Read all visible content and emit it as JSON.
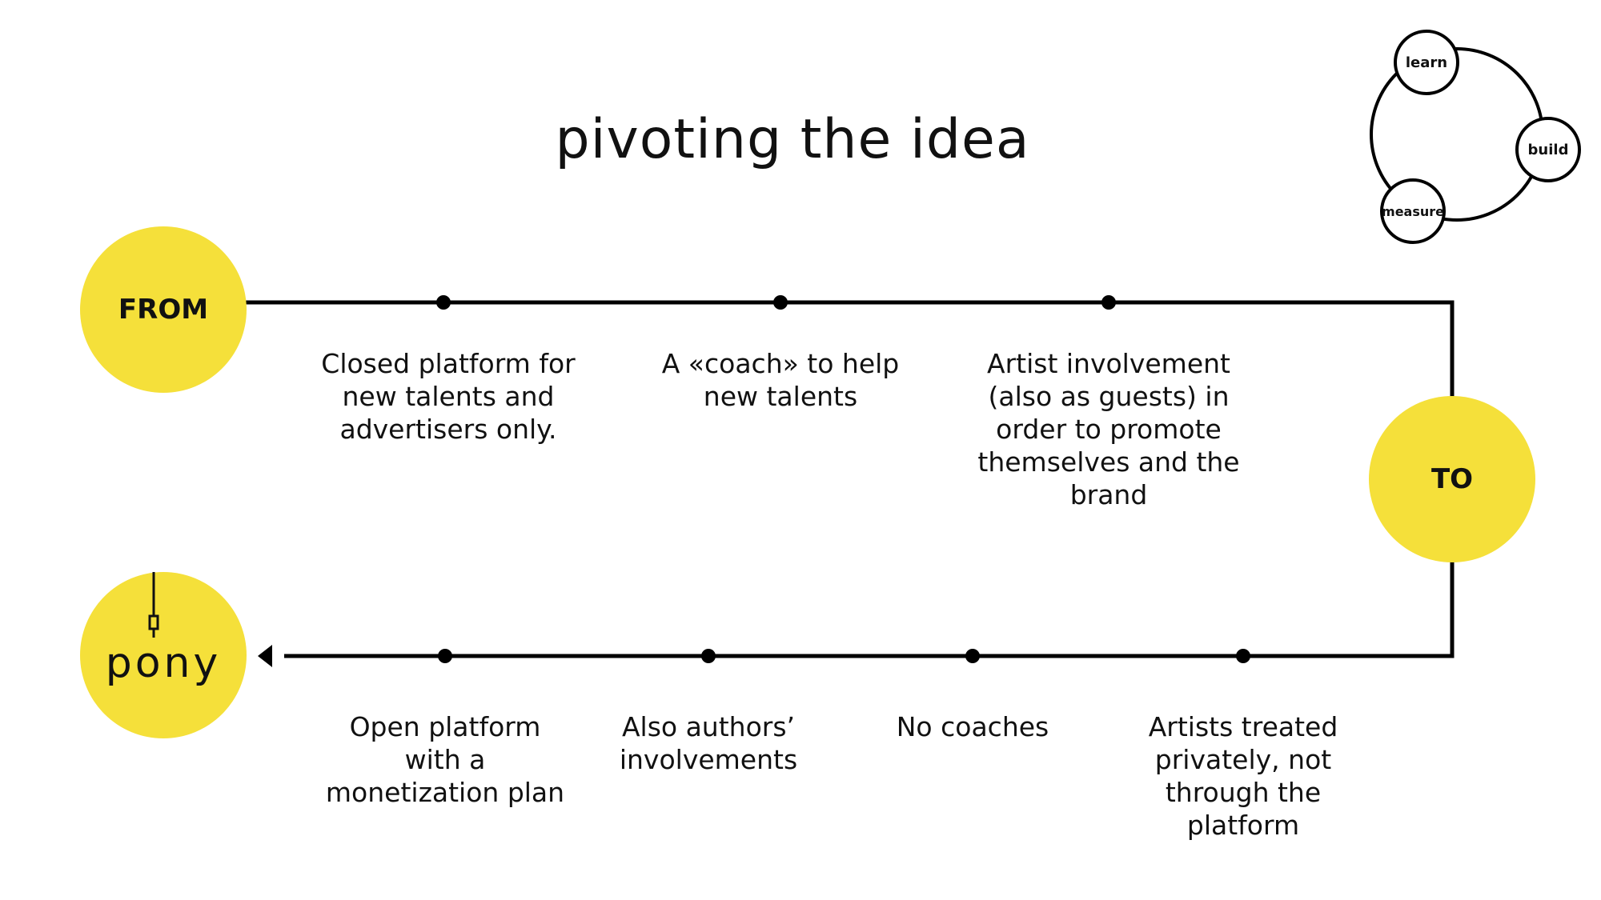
{
  "colors": {
    "accent": "#F5E03A",
    "line": "#000000"
  },
  "title": "pivoting the idea",
  "cycle": {
    "learn": "learn",
    "build": "build",
    "measure": "measure"
  },
  "from_label": "FROM",
  "to_label": "TO",
  "logo": {
    "text": "pony",
    "icon": "microphone-icon"
  },
  "top_steps": [
    "Closed platform for new talents and advertisers only.",
    "A «coach» to help new talents",
    "Artist involvement (also as guests) in order to promote themselves and the brand"
  ],
  "bottom_steps": [
    "Open platform with a monetization plan",
    "Also authors’ involvements",
    "No coaches",
    "Artists treated privately, not through the platform"
  ]
}
